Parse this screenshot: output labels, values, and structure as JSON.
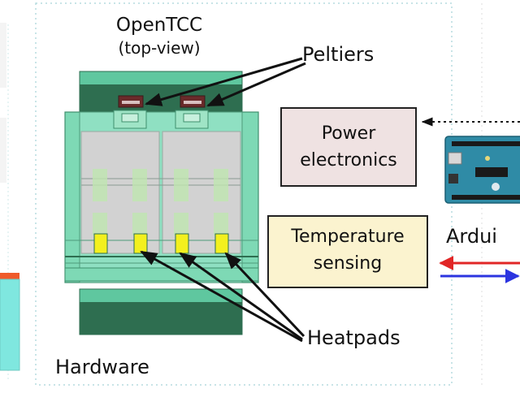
{
  "hardware_panel": {
    "title_line1": "OpenTCC",
    "title_line2": "(top-view)",
    "caption": "Hardware"
  },
  "labels": {
    "peltiers": "Peltiers",
    "heatpads": "Heatpads",
    "arduino": "Ardui"
  },
  "boxes": {
    "power_line1": "Power",
    "power_line2": "electronics",
    "temp_line1": "Temperature",
    "temp_line2": "sensing"
  },
  "colors": {
    "panel_border": "#b6dcdf",
    "device_light": "#7ed9b5",
    "device_mid": "#5fc79f",
    "device_dark": "#2e6e50",
    "chamber_grey": "#d2d2d2",
    "power_box_fill": "#efe2e2",
    "temp_box_fill": "#fbf3cf",
    "heatpad_yellow": "#f3f01f",
    "arrow_red": "#e12626",
    "arrow_blue": "#2b34e0",
    "arduino_teal": "#2f8ba6",
    "left_strip_cyan": "#7fe7df"
  },
  "icons": [
    "peltier-module-icon",
    "heatpad-icon",
    "arduino-board-icon"
  ]
}
